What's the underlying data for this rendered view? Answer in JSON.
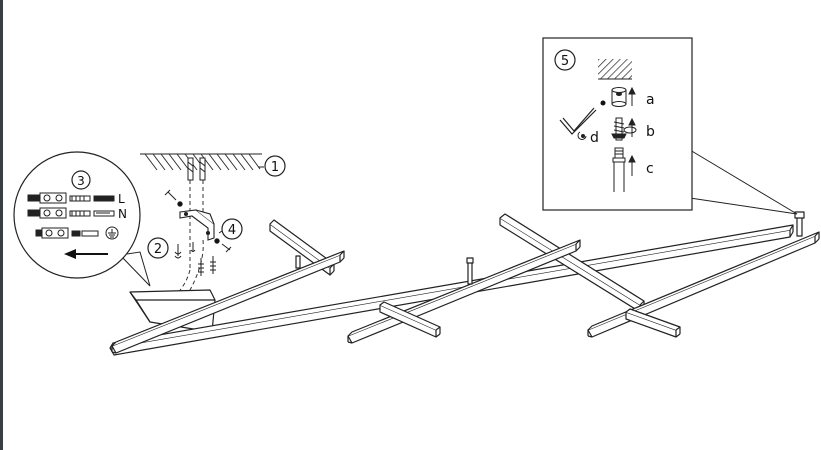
{
  "steps": {
    "s1": "1",
    "s2": "2",
    "s3": "3",
    "s4": "4",
    "s5": "5"
  },
  "wiring": {
    "live": "L",
    "neutral": "N"
  },
  "detail": {
    "a": "a",
    "b": "b",
    "c": "c",
    "d": "d"
  }
}
